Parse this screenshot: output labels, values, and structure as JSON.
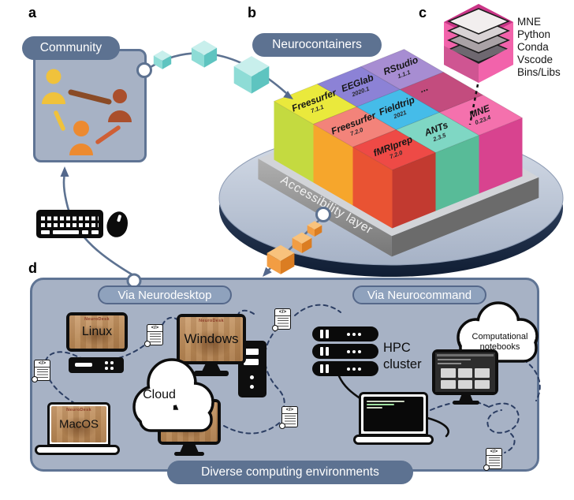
{
  "letters": {
    "a": "a",
    "b": "b",
    "c": "c",
    "d": "d"
  },
  "panels": {
    "a": {
      "label": "Community"
    },
    "b": {
      "label": "Neurocontainers",
      "accessibility_label": "Accessibility layer",
      "blocks": [
        {
          "name": "Freesurfer",
          "version": "7.1.1"
        },
        {
          "name": "EEGlab",
          "version": "2020.1"
        },
        {
          "name": "RStudio",
          "version": "1.1.1"
        },
        {
          "name": "Freesurfer",
          "version": "7.2.0"
        },
        {
          "name": "Fieldtrip",
          "version": "2021"
        },
        {
          "name": "...",
          "version": ""
        },
        {
          "name": "fMRIprep",
          "version": "7.2.0"
        },
        {
          "name": "ANTs",
          "version": "2.3.5"
        },
        {
          "name": "MNE",
          "version": "0.23.4"
        }
      ]
    },
    "c": {
      "layers": [
        "MNE",
        "Python",
        "Conda",
        "Vscode",
        "Bins/Libs"
      ]
    },
    "d": {
      "neurodesktop_label": "Via Neurodesktop",
      "neurocommand_label": "Via Neurocommand",
      "bottom_label": "Diverse computing environments",
      "screen_brand": "NeuroDesk",
      "script_glyph": "</>",
      "linux_label": "Linux",
      "windows_label": "Windows",
      "macos_label": "MacOS",
      "cloud_label": "Cloud",
      "hpc_label_line1": "HPC",
      "hpc_label_line2": "cluster",
      "notebooks_line1": "Computational",
      "notebooks_line2": "notebooks"
    }
  },
  "colors": {
    "slate_accent": "#5d7291",
    "panel_fill": "#a7b2c5",
    "teal_cube": "#8edcd6",
    "orange_cube": "#f29d43",
    "container_pink": "#f263ab",
    "block_freesurfer711": "#eae93c",
    "block_eeglab": "#8c82d6",
    "block_rstudio": "#a78dd2",
    "block_freesurfer720": "#f3837a",
    "block_fieldtrip": "#45bce9",
    "block_dots": "#c34c7e",
    "block_fmriprep": "#ee4a46",
    "block_ants": "#7fd7c4",
    "block_mne": "#f471ad"
  }
}
